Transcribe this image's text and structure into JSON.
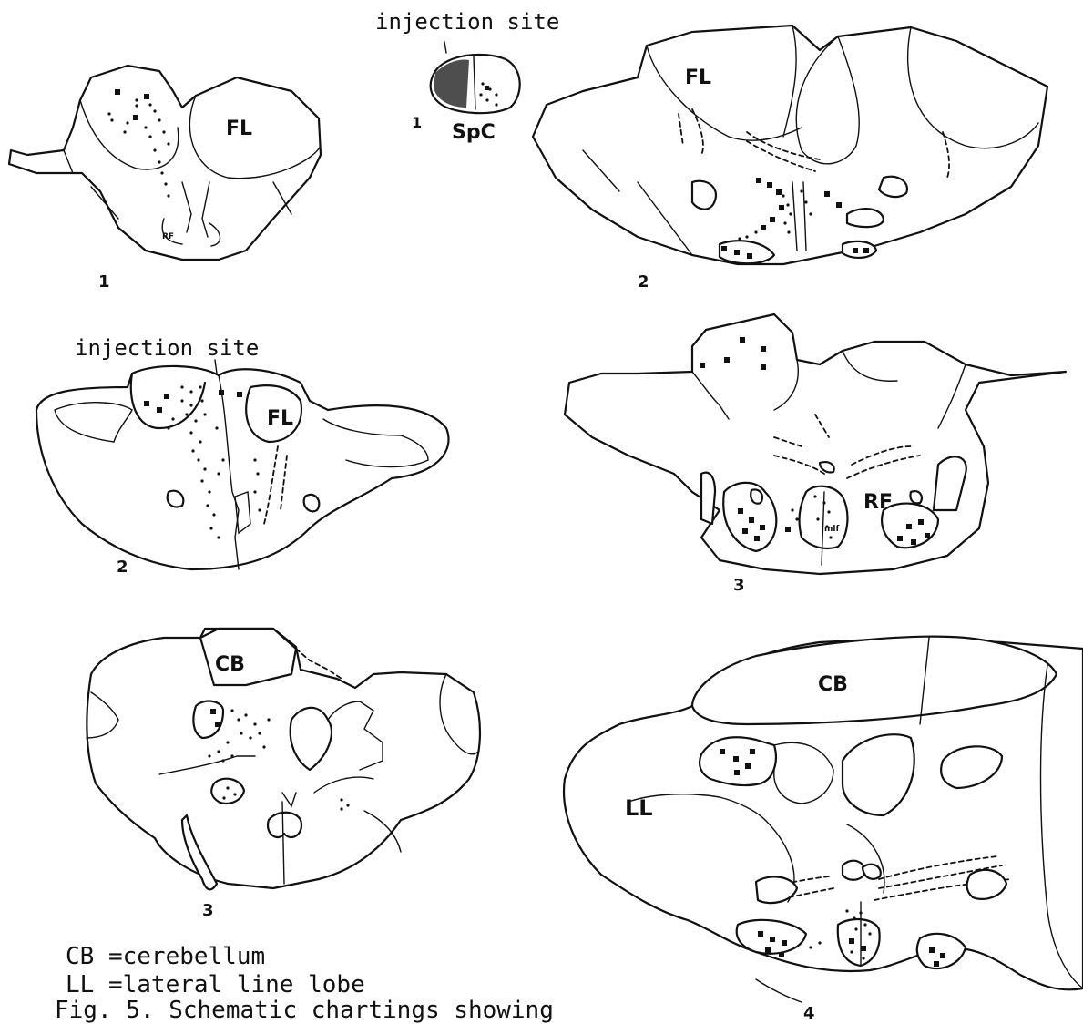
{
  "injection_label": "injection site",
  "panels": {
    "left": [
      {
        "number": "1",
        "region_labels": {
          "fl": "FL",
          "rf": "RF"
        }
      },
      {
        "number": "2",
        "region_labels": {
          "fl": "FL"
        }
      },
      {
        "number": "3",
        "region_labels": {
          "cb": "CB"
        }
      }
    ],
    "right": [
      {
        "number": "1",
        "region_labels": {
          "spc": "SpC"
        }
      },
      {
        "number": "2",
        "region_labels": {
          "fl": "FL"
        }
      },
      {
        "number": "3",
        "region_labels": {
          "rf": "RF",
          "mlf": "mlf"
        }
      },
      {
        "number": "4",
        "region_labels": {
          "cb": "CB",
          "ll": "LL"
        }
      }
    ]
  },
  "legend": {
    "cb": "CB =cerebellum",
    "ll": "LL =lateral line lobe"
  },
  "caption": "Fig. 5. Schematic chartings showing"
}
